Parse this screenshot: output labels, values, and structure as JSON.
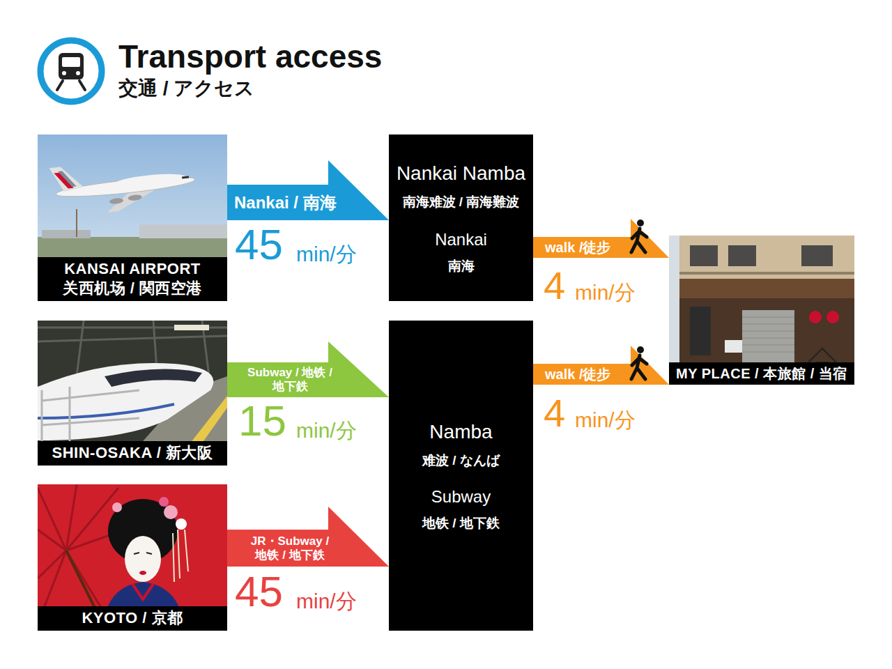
{
  "diagram": {
    "title": "Transport access",
    "nodes": [
      {
        "text": [
          "KANSAI AIRPORT",
          "关西机场 / 関西空港"
        ]
      },
      {
        "text": [
          "SHIN-OSAKA / 新大阪"
        ]
      },
      {
        "text": [
          "KYOTO / 京都"
        ]
      },
      {
        "text": [
          "Nankai Namba",
          "南海难波 / 南海難波",
          "Nankai",
          "南海"
        ]
      },
      {
        "text": [
          "Namba",
          "难波 / なんば",
          "Subway",
          "地铁 / 地下鉄"
        ]
      },
      {
        "text": [
          "MY PLACE / 本旅館 / 当宿"
        ]
      }
    ],
    "edges": [
      {
        "from": 0,
        "to": 3,
        "label": "Nankai / 南海",
        "arrow": "to"
      },
      {
        "from": 1,
        "to": 4,
        "label": "Subway / 地铁 / 地下鉄",
        "arrow": "to"
      },
      {
        "from": 2,
        "to": 4,
        "label": "JR・Subway / 地铁 / 地下鉄",
        "arrow": "to"
      },
      {
        "from": 3,
        "to": 5,
        "label": "walk /徒步",
        "arrow": "to"
      },
      {
        "from": 4,
        "to": 5,
        "label": "walk /徒步",
        "arrow": "to"
      }
    ],
    "labels": [
      "交通 / アクセス",
      "45",
      "min/分",
      "15",
      "min/分",
      "45",
      "min/分",
      "4",
      "min/分",
      "4",
      "min/分"
    ]
  }
}
